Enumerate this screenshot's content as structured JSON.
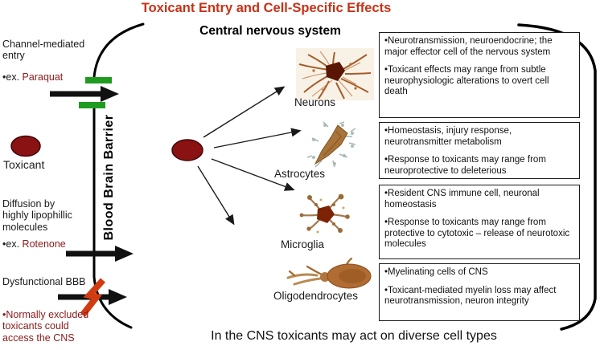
{
  "title": "Toxicant Entry and Cell-Specific Effects",
  "cns": {
    "heading": "Central nervous system",
    "caption": "In the CNS toxicants may act on diverse cell types"
  },
  "bbb": {
    "label": "Blood Brain Barrier"
  },
  "left_panel": {
    "channel_entry": {
      "label": "Channel-mediated entry",
      "example_prefix": "•ex.",
      "example": "Paraquat"
    },
    "toxicant_label": "Toxicant",
    "diffusion": {
      "label": "Diffusion by highly lipophillic molecules",
      "example_prefix": "•ex.",
      "example": "Rotenone"
    },
    "dysfunctional_bbb": {
      "label": "Dysfunctional BBB",
      "note": "•Normally excluded toxicants could access the CNS"
    }
  },
  "cells": [
    {
      "name": "Neurons",
      "image": "neuron-micrograph",
      "effects": [
        "•Neurotransmission, neuroendocrine; the major effector cell of the nervous system",
        "•Toxicant effects may range from subtle neurophysiologic alterations to overt cell death"
      ]
    },
    {
      "name": "Astrocytes",
      "image": "astrocyte-micrograph",
      "effects": [
        "•Homeostasis, injury response, neurotransmitter metabolism",
        "•Response to toxicants may range from neuroprotective to deleterious"
      ]
    },
    {
      "name": "Microglia",
      "image": "microglia-micrograph",
      "effects": [
        "•Resident CNS immune cell, neuronal homeostasis",
        "•Response to toxicants may range from protective to cytotoxic – release of neurotoxic molecules"
      ]
    },
    {
      "name": "Oligodendrocytes",
      "image": "oligodendrocyte-micrograph",
      "effects": [
        "•Myelinating cells of CNS",
        "•Toxicant-mediated myelin loss may affect neurotransmission, neuron integrity"
      ]
    }
  ],
  "colors": {
    "title_red": "#c43318",
    "dark_red_text": "#8b1a1a",
    "toxicant_fill": "#8b1212",
    "channel_green": "#1f9c1f",
    "bolt_orange": "#d13b12"
  }
}
